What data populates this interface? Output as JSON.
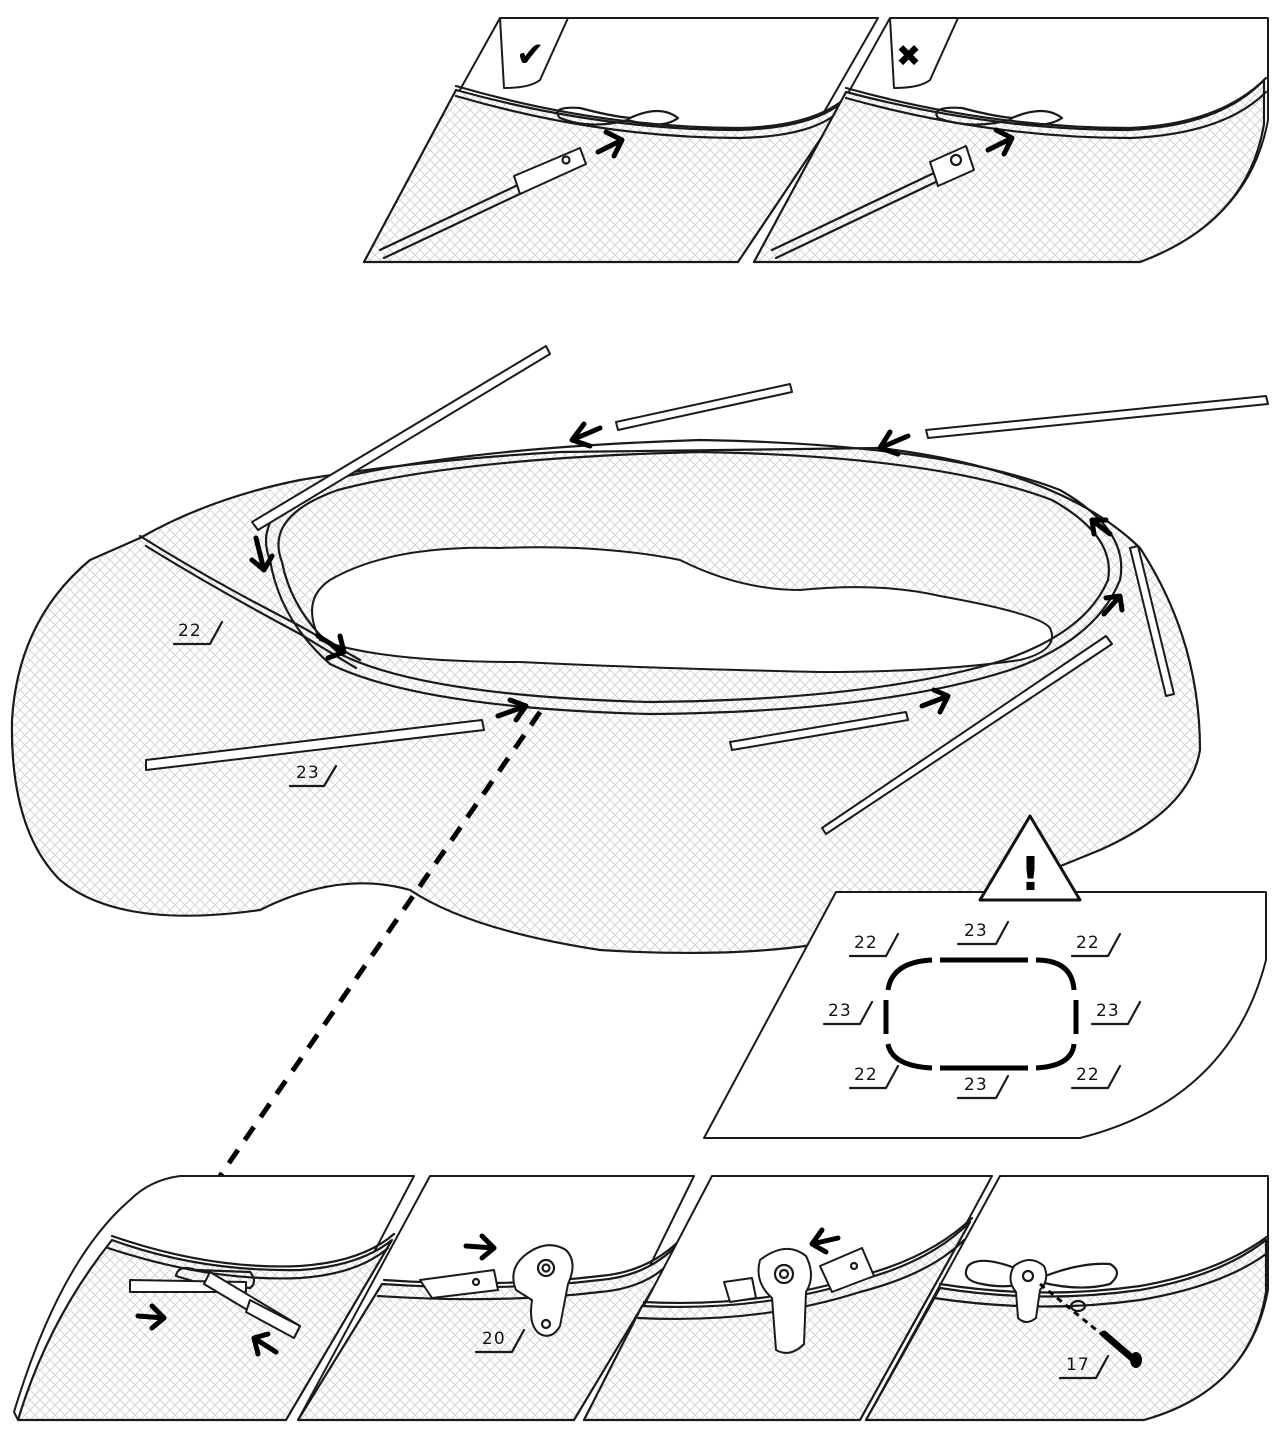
{
  "symbols": {
    "correct": "✔",
    "incorrect": "✖",
    "warning": "!"
  },
  "labels": {
    "net_frame": "22",
    "top_rail_left": "23",
    "connector": "20",
    "screw": "17"
  },
  "layout_diagram": {
    "top_left": "22",
    "top_center": "23",
    "top_right": "22",
    "middle_left": "23",
    "middle_right": "23",
    "bottom_left": "22",
    "bottom_center": "23",
    "bottom_right": "22"
  }
}
